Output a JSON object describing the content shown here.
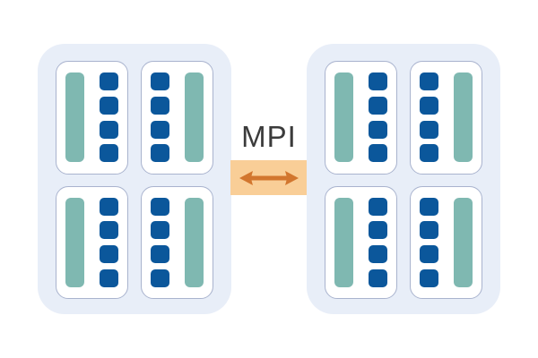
{
  "diagram": {
    "link": {
      "label": "MPI",
      "arrow_icon": "bidirectional-horizontal-arrow"
    },
    "nodes": [
      {
        "id": "node-left",
        "sockets": [
          {
            "orientation": "bar-left",
            "cores": 4
          },
          {
            "orientation": "bar-right",
            "cores": 4
          },
          {
            "orientation": "bar-left",
            "cores": 4
          },
          {
            "orientation": "bar-right",
            "cores": 4
          }
        ]
      },
      {
        "id": "node-right",
        "sockets": [
          {
            "orientation": "bar-left",
            "cores": 4
          },
          {
            "orientation": "bar-right",
            "cores": 4
          },
          {
            "orientation": "bar-left",
            "cores": 4
          },
          {
            "orientation": "bar-right",
            "cores": 4
          }
        ]
      }
    ],
    "colors": {
      "node_bg": "#E8EEF8",
      "socket_bg": "#FFFFFF",
      "socket_border": "#A9B3CE",
      "memory_bar": "#7FB8B1",
      "core_blue": "#0B579B",
      "link_band_bg": "#F9CE97",
      "arrow_orange": "#D2762E",
      "label_text": "#3B3B3B",
      "page_bg": "#FFFFFF"
    }
  }
}
